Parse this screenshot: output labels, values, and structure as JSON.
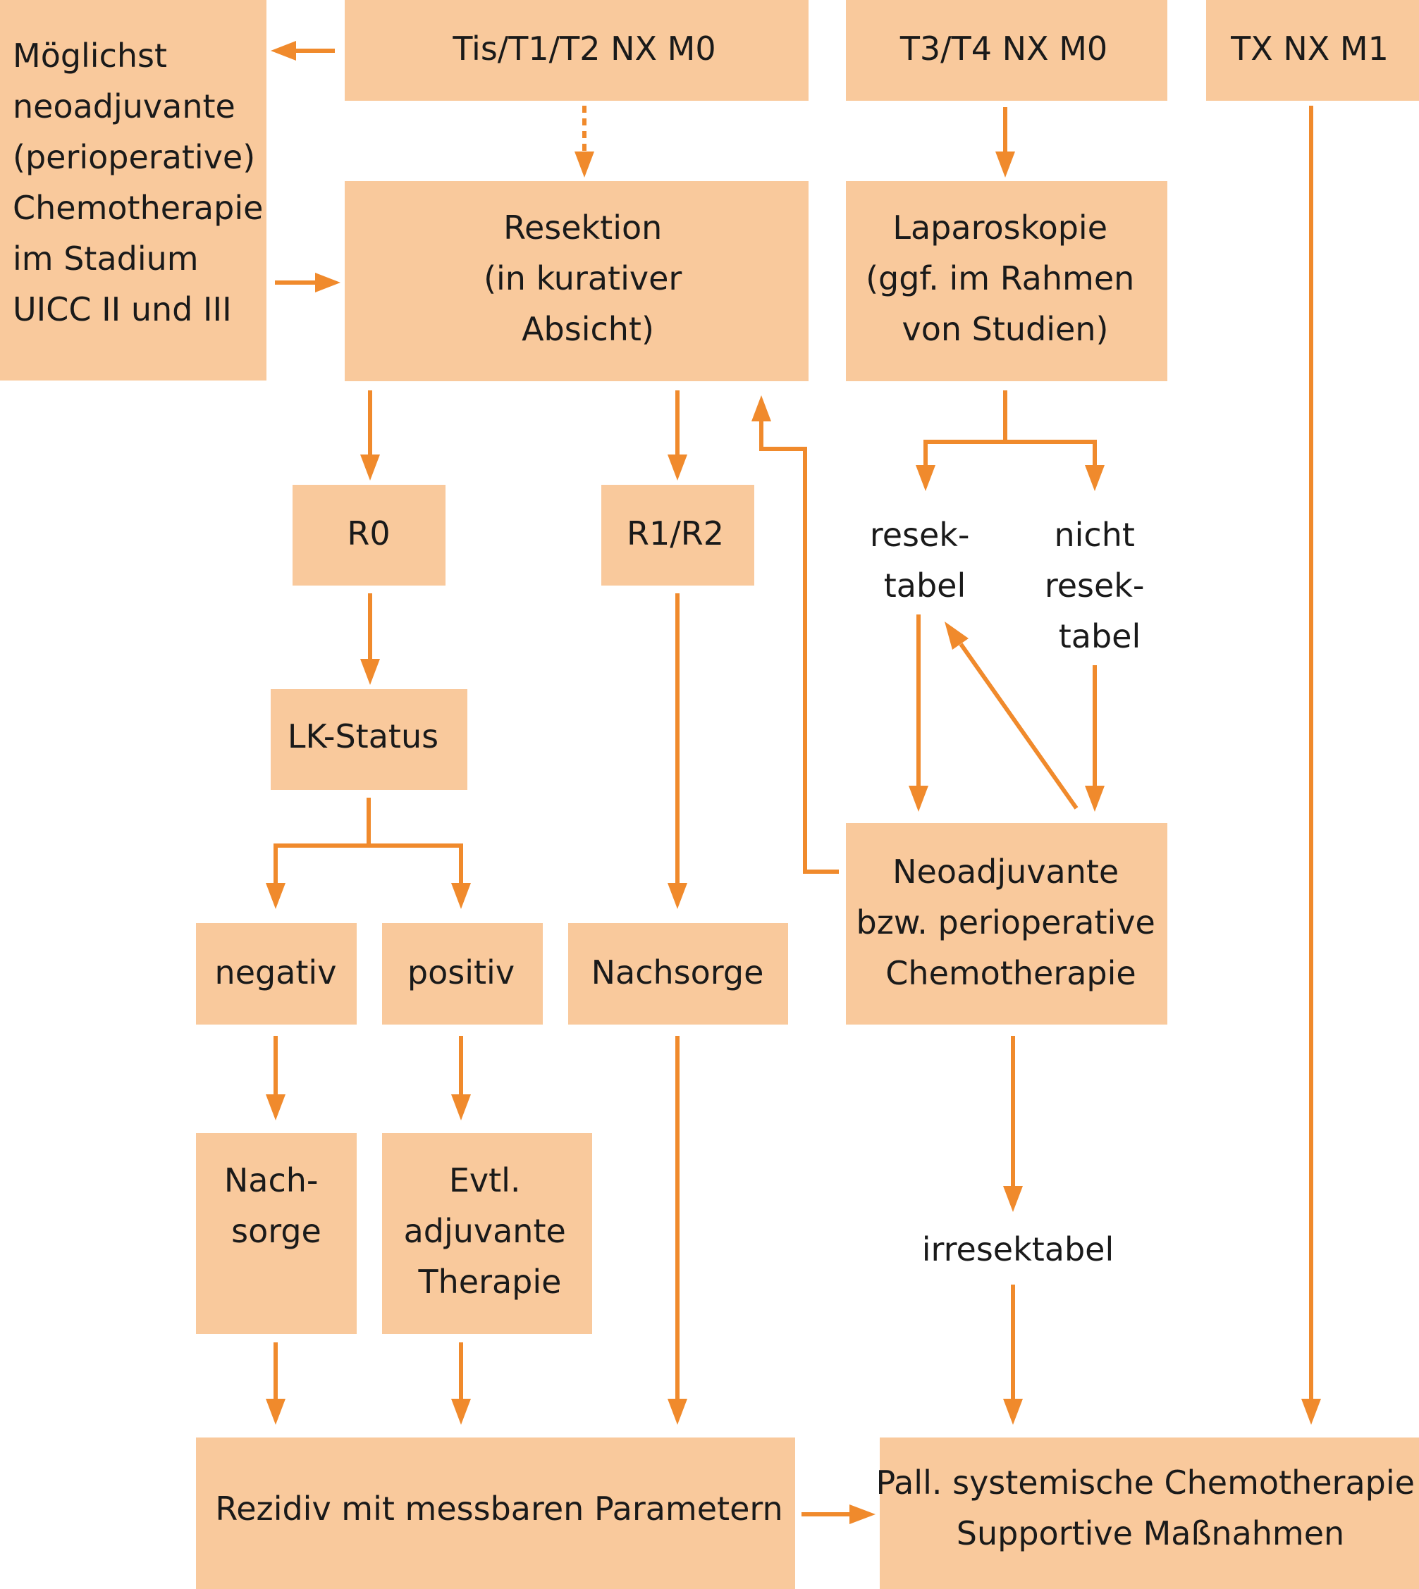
{
  "diagram": {
    "nodes": {
      "neoadj_note": [
        "Möglichst",
        "neoadjuvante",
        "(perioperative)",
        "Chemotherapie",
        "im Stadium",
        "UICC II und III"
      ],
      "stage_early": [
        "Tis/T1/T2 NX M0"
      ],
      "stage_t3t4": [
        "T3/T4 NX M0"
      ],
      "stage_m1": [
        "TX NX M1"
      ],
      "resektion": [
        "Resektion",
        "(in kurativer",
        "Absicht)"
      ],
      "laparoskopie": [
        "Laparoskopie",
        "(ggf. im Rahmen",
        "von Studien)"
      ],
      "r0": [
        "R0"
      ],
      "r1r2": [
        "R1/R2"
      ],
      "resektabel": [
        "resek-",
        "tabel"
      ],
      "nicht_resektabel": [
        "nicht",
        "resek-",
        "tabel"
      ],
      "lk_status": [
        "LK-Status"
      ],
      "negativ": [
        "negativ"
      ],
      "positiv": [
        "positiv"
      ],
      "nachsorge_r": [
        "Nachsorge"
      ],
      "neoadjuvante_chemo": [
        "Neoadjuvante",
        "bzw. perioperative",
        "Chemotherapie"
      ],
      "nachsorge_neg": [
        "Nach-",
        "sorge"
      ],
      "adjuvante": [
        "Evtl.",
        "adjuvante",
        "Therapie"
      ],
      "irresektabel": [
        "irresektabel"
      ],
      "rezidiv": [
        "Rezidiv mit messbaren Parametern"
      ],
      "palliativ": [
        "Pall. systemische Chemotherapie",
        "Supportive Maßnahmen"
      ]
    },
    "edges": [
      {
        "from": "stage_early",
        "to": "neoadj_note",
        "style": "solid"
      },
      {
        "from": "neoadj_note",
        "to": "resektion",
        "style": "solid"
      },
      {
        "from": "stage_early",
        "to": "resektion",
        "style": "dotted"
      },
      {
        "from": "stage_t3t4",
        "to": "laparoskopie",
        "style": "solid"
      },
      {
        "from": "resektion",
        "to": "r0",
        "style": "solid"
      },
      {
        "from": "resektion",
        "to": "r1r2",
        "style": "solid"
      },
      {
        "from": "laparoskopie",
        "to": "resektabel",
        "style": "solid"
      },
      {
        "from": "laparoskopie",
        "to": "nicht_resektabel",
        "style": "solid"
      },
      {
        "from": "r0",
        "to": "lk_status",
        "style": "solid"
      },
      {
        "from": "lk_status",
        "to": "negativ",
        "style": "solid"
      },
      {
        "from": "lk_status",
        "to": "positiv",
        "style": "solid"
      },
      {
        "from": "r1r2",
        "to": "nachsorge_r",
        "style": "solid"
      },
      {
        "from": "resektabel",
        "to": "neoadjuvante_chemo",
        "style": "solid"
      },
      {
        "from": "nicht_resektabel",
        "to": "neoadjuvante_chemo",
        "style": "solid"
      },
      {
        "from": "neoadjuvante_chemo",
        "to": "resektabel",
        "style": "solid"
      },
      {
        "from": "neoadjuvante_chemo",
        "to": "resektion",
        "style": "solid"
      },
      {
        "from": "negativ",
        "to": "nachsorge_neg",
        "style": "solid"
      },
      {
        "from": "positiv",
        "to": "adjuvante",
        "style": "solid"
      },
      {
        "from": "neoadjuvante_chemo",
        "to": "irresektabel",
        "style": "solid"
      },
      {
        "from": "nachsorge_neg",
        "to": "rezidiv",
        "style": "solid"
      },
      {
        "from": "adjuvante",
        "to": "rezidiv",
        "style": "solid"
      },
      {
        "from": "nachsorge_r",
        "to": "rezidiv",
        "style": "solid"
      },
      {
        "from": "irresektabel",
        "to": "palliativ",
        "style": "solid"
      },
      {
        "from": "stage_m1",
        "to": "palliativ",
        "style": "solid"
      },
      {
        "from": "rezidiv",
        "to": "palliativ",
        "style": "solid"
      }
    ],
    "colors": {
      "box_fill": "#f9c99c",
      "arrow": "#f08a2c",
      "text": "#1a1a1a"
    }
  }
}
